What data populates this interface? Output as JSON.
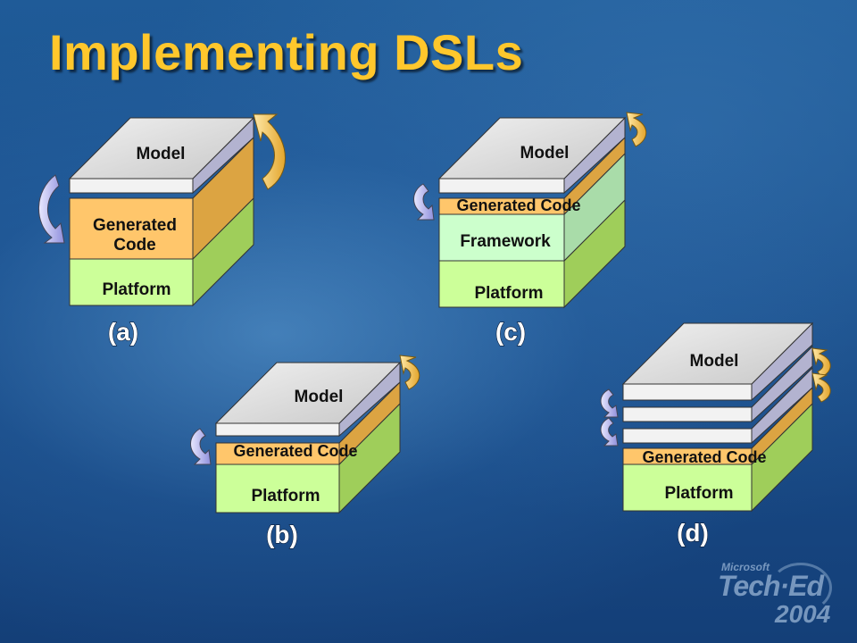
{
  "title": "Implementing DSLs",
  "colors": {
    "model": "#dcdcdc",
    "generated": "#ffc66b",
    "framework": "#ccffcc",
    "platform": "#ccff99",
    "top": "#d9d9d9",
    "arrow": "#b8b8f0",
    "title": "#ffc72c"
  },
  "panels": {
    "a": {
      "caption": "(a)",
      "layers": {
        "model": "Model",
        "generated_line1": "Generated",
        "generated_line2": "Code",
        "platform": "Platform"
      }
    },
    "b": {
      "caption": "(b)",
      "layers": {
        "model": "Model",
        "generated": "Generated Code",
        "platform": "Platform"
      }
    },
    "c": {
      "caption": "(c)",
      "layers": {
        "model": "Model",
        "generated": "Generated Code",
        "framework": "Framework",
        "platform": "Platform"
      }
    },
    "d": {
      "caption": "(d)",
      "layers": {
        "model": "Model",
        "generated": "Generated Code",
        "platform": "Platform"
      }
    }
  },
  "logo": {
    "line1": "Microsoft",
    "line2": "Tech·Ed",
    "line3": "2004"
  }
}
